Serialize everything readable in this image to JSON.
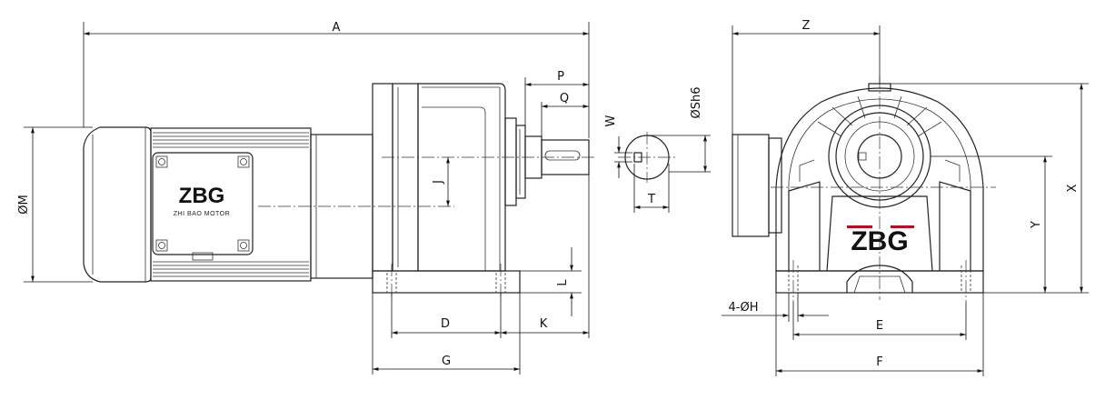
{
  "dimension_labels": {
    "A": "A",
    "M": "ØM",
    "P": "P",
    "Q": "Q",
    "W": "W",
    "S": "ØSh6",
    "T": "T",
    "J": "J",
    "L": "L",
    "D": "D",
    "K": "K",
    "G": "G",
    "Z": "Z",
    "X": "X",
    "Y": "Y",
    "H": "4-ØH",
    "E": "E",
    "F": "F"
  },
  "branding": {
    "logo_text": "ZBG",
    "motor_plate_text": "ZHI BAO MOTOR",
    "logo_accent_color": "#d0021b"
  }
}
